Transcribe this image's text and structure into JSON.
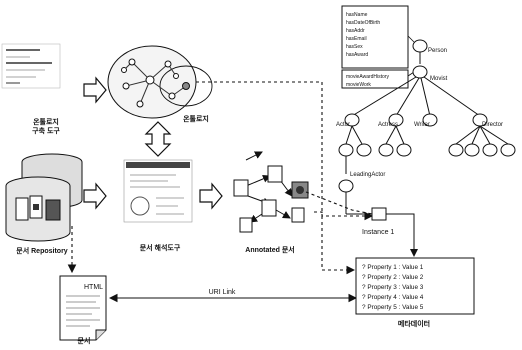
{
  "labels": {
    "ontology_tool": [
      "온톨로지",
      "구축 도구"
    ],
    "ontology": "온톨로지",
    "doc_repository": "문서 Repository",
    "doc_analysis_tool": "문서 해석도구",
    "annotated_doc": "Annotated 문서",
    "html": "HTML",
    "document": "문서",
    "uri_link": "URI Link",
    "metadata": "메타데이터",
    "instance": "Instance 1"
  },
  "ontology_tree": {
    "person": "Person",
    "movist": "Movist",
    "person_attributes": [
      "hasName",
      "hasDateOfBirth",
      "hasAddr",
      "hasEmail",
      "hasSex",
      "hasAward"
    ],
    "movist_attributes": [
      "movieAwardHistory",
      "movieWork"
    ],
    "roles": [
      "Actor",
      "Actress",
      "Writer",
      "Director"
    ],
    "sub_role": "LeadingActor"
  },
  "metadata_properties": [
    "?  Property 1 : Value 1",
    "?  Property 2 : Value 2",
    "?  Property 3 : Value 3",
    "?  Property 4 : Value 4",
    "?  Property 5 : Value 5"
  ],
  "colors": {
    "ink": "#111111",
    "paper": "#ffffff",
    "shade": "#cfcfcf",
    "dark": "#555555"
  }
}
